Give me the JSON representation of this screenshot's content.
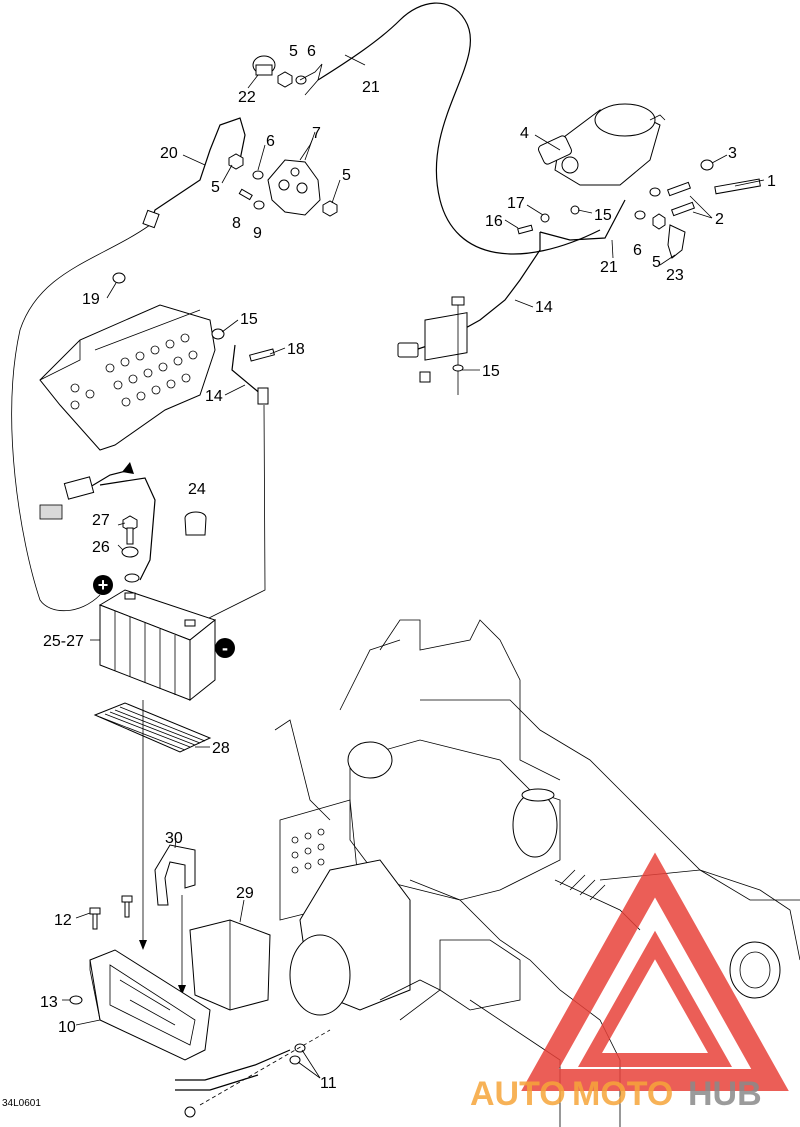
{
  "labels": {
    "l1": "1",
    "l2": "2",
    "l3": "3",
    "l4": "4",
    "l5a": "5",
    "l5b": "5",
    "l5c": "5",
    "l5d": "5",
    "l6a": "6",
    "l6b": "6",
    "l6c": "6",
    "l7": "7",
    "l8": "8",
    "l9": "9",
    "l10": "10",
    "l11": "11",
    "l12": "12",
    "l13": "13",
    "l14a": "14",
    "l14b": "14",
    "l15a": "15",
    "l15b": "15",
    "l15c": "15",
    "l16": "16",
    "l17": "17",
    "l18": "18",
    "l19": "19",
    "l20": "20",
    "l21a": "21",
    "l21b": "21",
    "l22": "22",
    "l23": "23",
    "l24": "24",
    "l25": "25-27",
    "l26": "26",
    "l27": "27",
    "l28": "28",
    "l29": "29",
    "l30": "30"
  },
  "terminals": {
    "positive": "+",
    "negative": "-"
  },
  "figure_ref": "34L0601",
  "watermark": {
    "part1": "AUTO",
    "part2": "MOTO",
    "part3": "HUB"
  },
  "colors": {
    "watermark_red": "#e8423a",
    "watermark_orange": "#f6a43a",
    "watermark_gray": "#8a8a8a"
  }
}
